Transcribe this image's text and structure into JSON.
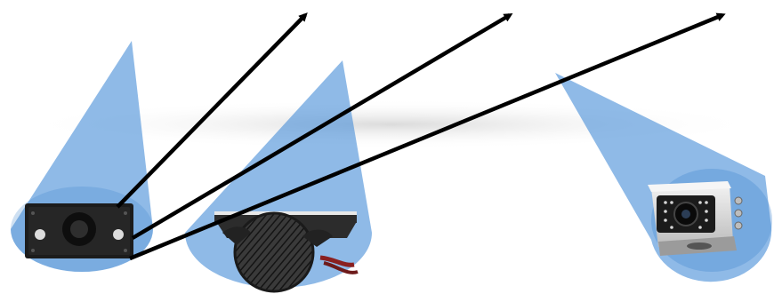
{
  "colors": {
    "background": "#ffffff",
    "cone_fill": "#4a90d9",
    "arrow": "#000000",
    "shadow": "#d9d9d9",
    "device_dark": "#1c1c1c",
    "camera_body": "#e8e8e8",
    "speaker_grille": "#2a2a2a",
    "wire": "#8a2020"
  },
  "illustration": {
    "devices": [
      {
        "name": "rectangular-sensor-module",
        "icon": "sensor-module-icon"
      },
      {
        "name": "round-speaker-unit",
        "icon": "speaker-icon"
      },
      {
        "name": "rear-view-camera",
        "icon": "camera-icon"
      }
    ],
    "arrows_count": 3,
    "coverage_cones_count": 3
  }
}
